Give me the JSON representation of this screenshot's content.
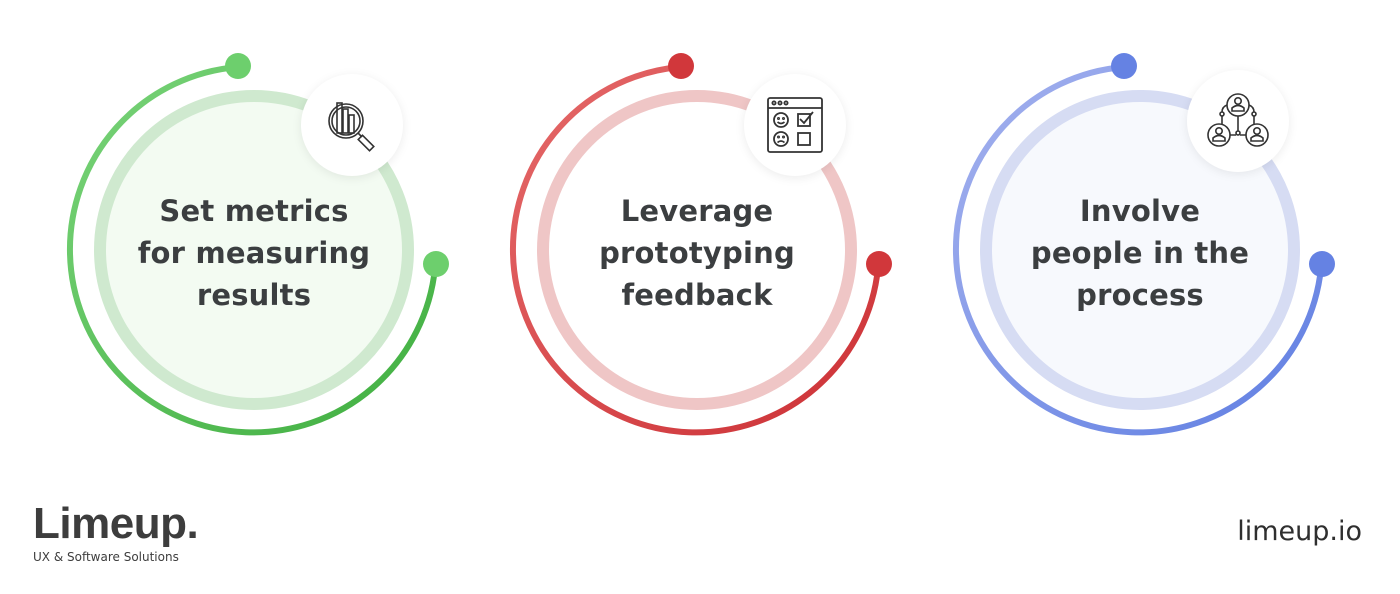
{
  "cards": [
    {
      "id": "metrics",
      "lines": [
        "Set metrics",
        "for measuring",
        "results"
      ],
      "icon": "chart-magnifier-icon",
      "colors": {
        "outer_start": "#7ad47a",
        "outer_end": "#3fae3f",
        "dot": "#6dcf6d",
        "inner_ring": "#cfe9cf",
        "fill": "#f3fbf2"
      }
    },
    {
      "id": "prototyping",
      "lines": [
        "Leverage",
        "prototyping",
        "feedback"
      ],
      "icon": "feedback-form-icon",
      "colors": {
        "outer_start": "#e56a6a",
        "outer_end": "#cc3035",
        "dot": "#d1373b",
        "inner_ring": "#efc6c6",
        "fill": "#ffffff"
      }
    },
    {
      "id": "people",
      "lines": [
        "Involve",
        "people in the",
        "process"
      ],
      "icon": "people-network-icon",
      "colors": {
        "outer_start": "#a5b2ee",
        "outer_end": "#5f7ee2",
        "dot": "#6582e3",
        "inner_ring": "#d6dcf3",
        "fill": "#f7f9fd"
      }
    }
  ],
  "footer": {
    "logo_name": "Limeup.",
    "logo_tagline": "UX & Software Solutions",
    "website": "limeup.io"
  }
}
